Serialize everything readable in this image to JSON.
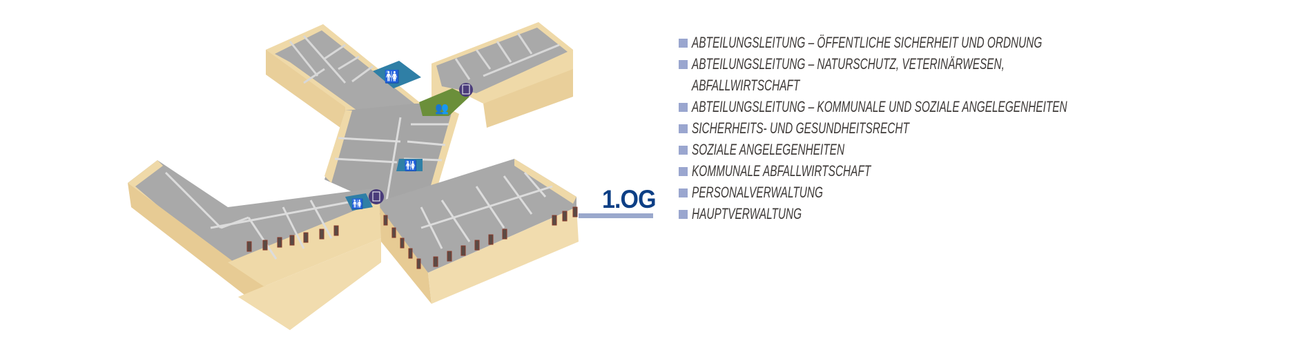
{
  "floor": {
    "label": "1.OG"
  },
  "legend": {
    "items": [
      {
        "label": "ABTEILUNGSLEITUNG – ÖFFENTLICHE SICHERHEIT UND ORDNUNG"
      },
      {
        "label": "ABTEILUNGSLEITUNG – NATURSCHUTZ, VETERINÄRWESEN,",
        "continuation": "ABFALLWIRTSCHAFT"
      },
      {
        "label": "ABTEILUNGSLEITUNG – KOMMUNALE UND SOZIALE ANGELEGENHEITEN"
      },
      {
        "label": "SICHERHEITS- UND GESUNDHEITSRECHT"
      },
      {
        "label": "SOZIALE ANGELEGENHEITEN"
      },
      {
        "label": "KOMMUNALE ABFALLWIRTSCHAFT"
      },
      {
        "label": "PERSONALVERWALTUNG"
      },
      {
        "label": "HAUPTVERWALTUNG"
      }
    ]
  },
  "colors": {
    "wall": "#efd9a8",
    "floor": "#a7a7a7",
    "accent": "#0d3f85",
    "legend_square": "#9aa6cf",
    "toilet": "#2f7fa6",
    "meeting": "#6b8f3a",
    "elevator": "#4a3c7a"
  },
  "icons": [
    "toilet-icon",
    "elevator-icon",
    "meeting-room-icon"
  ]
}
